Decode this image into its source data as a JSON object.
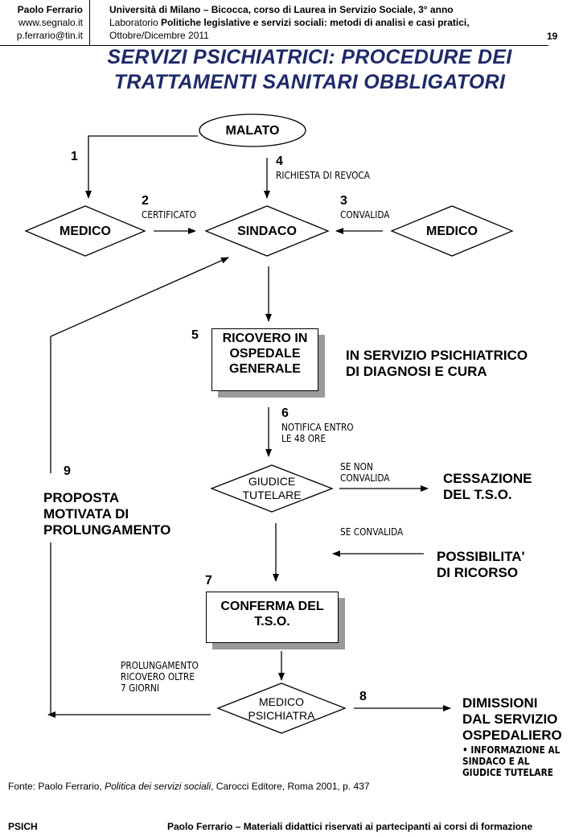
{
  "header": {
    "author": "Paolo Ferrario",
    "website": "www.segnalo.it",
    "email": "p.ferrario@tin.it",
    "course_line": "Università di Milano – Bicocca, corso di  Laurea in Servizio Sociale, 3° anno",
    "lab_prefix": "Laboratorio ",
    "lab_title": "Politiche legislative e servizi sociali: metodi di analisi e casi pratici,",
    "period": "Ottobre/Dicembre 2011",
    "page_number": "19"
  },
  "title": {
    "line1": "SERVIZI  PSICHIATRICI: PROCEDURE DEI",
    "line2": "TRATTAMENTI SANITARI OBBLIGATORI",
    "color": "#1f2a6a"
  },
  "diagram": {
    "nodes": {
      "malato": "MALATO",
      "medico_left": "MEDICO",
      "sindaco": "SINDACO",
      "medico_right": "MEDICO",
      "ricovero": [
        "RICOVERO IN",
        "OSPEDALE",
        "GENERALE"
      ],
      "servizio_note": [
        "IN SERVIZIO PSICHIATRICO",
        "DI DIAGNOSI E CURA"
      ],
      "giudice": [
        "GIUDICE",
        "TUTELARE"
      ],
      "cessazione": [
        "CESSAZIONE",
        "DEL T.S.O."
      ],
      "ricorso": [
        "POSSIBILITA'",
        "DI  RICORSO"
      ],
      "conferma": [
        "CONFERMA DEL",
        "T.S.O."
      ],
      "medico_psichiatra": [
        "MEDICO",
        "PSICHIATRA"
      ],
      "dimissioni": [
        "DIMISSIONI",
        "DAL SERVIZIO",
        "OSPEDALIERO"
      ],
      "dimissioni_note": [
        "• INFORMAZIONE AL",
        "SINDACO E AL",
        "GIUDICE TUTELARE"
      ],
      "proposta": [
        "PROPOSTA",
        "MOTIVATA DI",
        "PROLUNGAMENTO"
      ]
    },
    "steps": {
      "s1": "1",
      "s2": "2",
      "s2_label": "CERTIFICATO",
      "s3": "3",
      "s3_label": "CONVALIDA",
      "s4": "4",
      "s4_label": "RICHIESTA DI REVOCA",
      "s5": "5",
      "s6": "6",
      "s6_label": [
        "NOTIFICA ENTRO",
        "LE 48 ORE"
      ],
      "s7": "7",
      "s8": "8",
      "s9": "9",
      "se_non_convalida": [
        "SE NON",
        "CONVALIDA"
      ],
      "se_convalida": "SE  CONVALIDA",
      "prolungamento_label": [
        "PROLUNGAMENTO",
        "RICOVERO OLTRE",
        "7 GIORNI"
      ]
    }
  },
  "source": {
    "prefix": "Fonte: Paolo Ferrario, ",
    "book": "Politica dei servizi sociali",
    "suffix": ", Carocci Editore, Roma 2001, p. 437"
  },
  "footer": {
    "code": "PSICH",
    "note": "Paolo Ferrario – Materiali didattici riservati ai partecipanti ai corsi di formazione"
  }
}
